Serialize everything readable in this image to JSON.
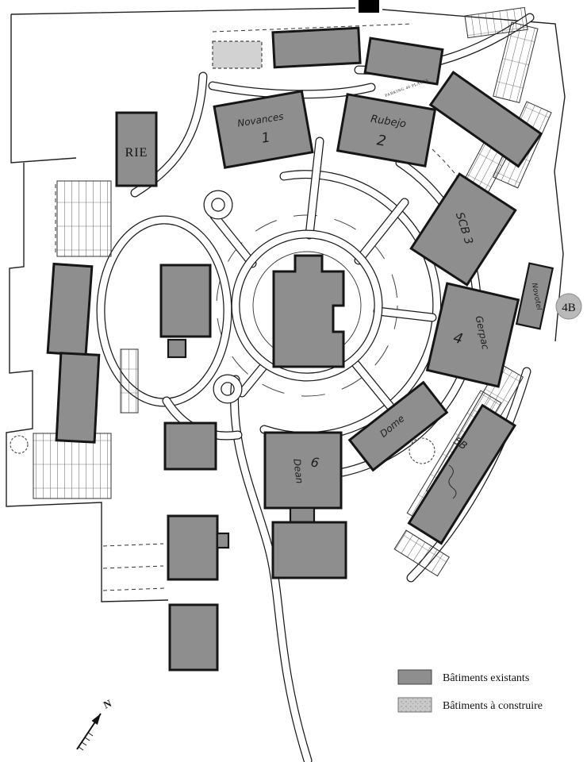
{
  "map": {
    "buildings": {
      "rie": "RIE",
      "b1_name": "Novances",
      "b1_num": "1",
      "b2_name": "Rubejo",
      "b2_num": "2",
      "b3_name": "SCB 3",
      "b4_name": "Gerpac",
      "b4_num": "4",
      "b4b_name": "Novotel",
      "b5_name": "Dome",
      "b5b_name": "5B",
      "b6_name": "Dean",
      "b6_num": "6"
    },
    "plot_marker": "4B",
    "north_label": "N",
    "street_note": "PARKING 40 PLACES",
    "legend": {
      "existing_label": "Bâtiments existants",
      "to_build_label": "Bâtiments à construire",
      "existing_color": "#8e8e8e",
      "to_build_color": "#c9c9c9"
    }
  }
}
